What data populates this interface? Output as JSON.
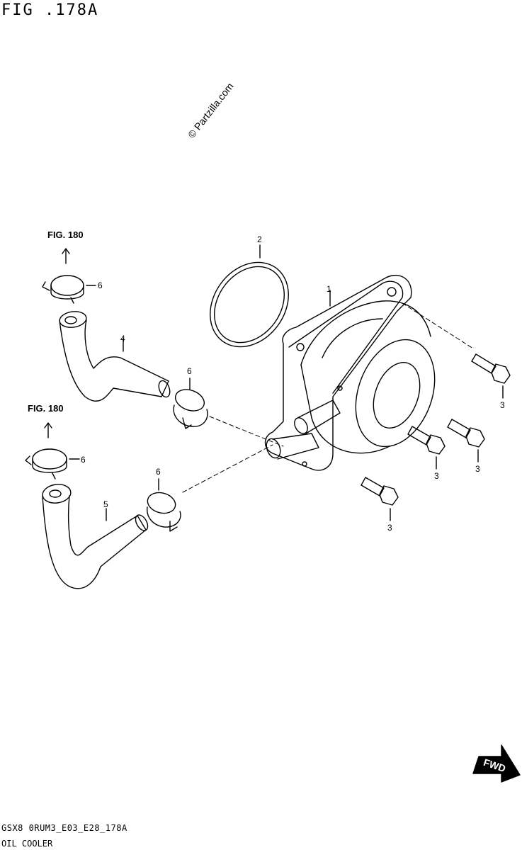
{
  "figure_title": "FIG .178A",
  "watermark": "© Partzilla.com",
  "fig_refs": [
    "FIG. 180",
    "FIG. 180"
  ],
  "callouts": {
    "oil_cooler": "1",
    "o_ring": "2",
    "bolt_a": "3",
    "bolt_b": "3",
    "bolt_c": "3",
    "bolt_d": "3",
    "hose_upper": "4",
    "hose_lower": "5",
    "clamp_upper_top": "6",
    "clamp_upper_mid": "6",
    "clamp_lower_top": "6",
    "clamp_lower_mid": "6"
  },
  "fwd_label": "FWD",
  "footer": {
    "code": "GSX8 0RUM3_E03_E28_178A",
    "name": "OIL COOLER"
  }
}
